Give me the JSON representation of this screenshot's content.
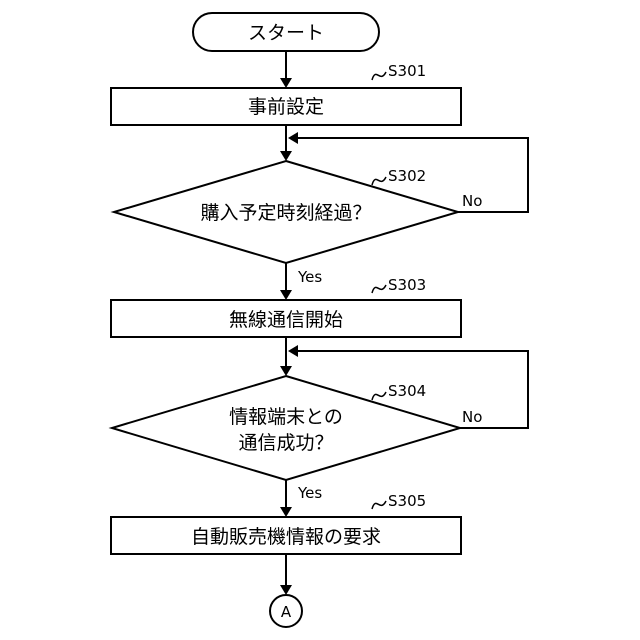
{
  "flowchart": {
    "start": {
      "label": "スタート"
    },
    "steps": [
      {
        "id": "S301",
        "type": "process",
        "lines": [
          "事前設定"
        ]
      },
      {
        "id": "S302",
        "type": "decision",
        "lines": [
          "購入予定時刻経過？"
        ],
        "yes": "Yes",
        "no": "No"
      },
      {
        "id": "S303",
        "type": "process",
        "lines": [
          "無線通信開始"
        ]
      },
      {
        "id": "S304",
        "type": "decision",
        "lines": [
          "情報端末との",
          "通信成功？"
        ],
        "yes": "Yes",
        "no": "No"
      },
      {
        "id": "S305",
        "type": "process",
        "lines": [
          "自動販売機情報の要求"
        ]
      }
    ],
    "connector": {
      "label": "A"
    }
  }
}
